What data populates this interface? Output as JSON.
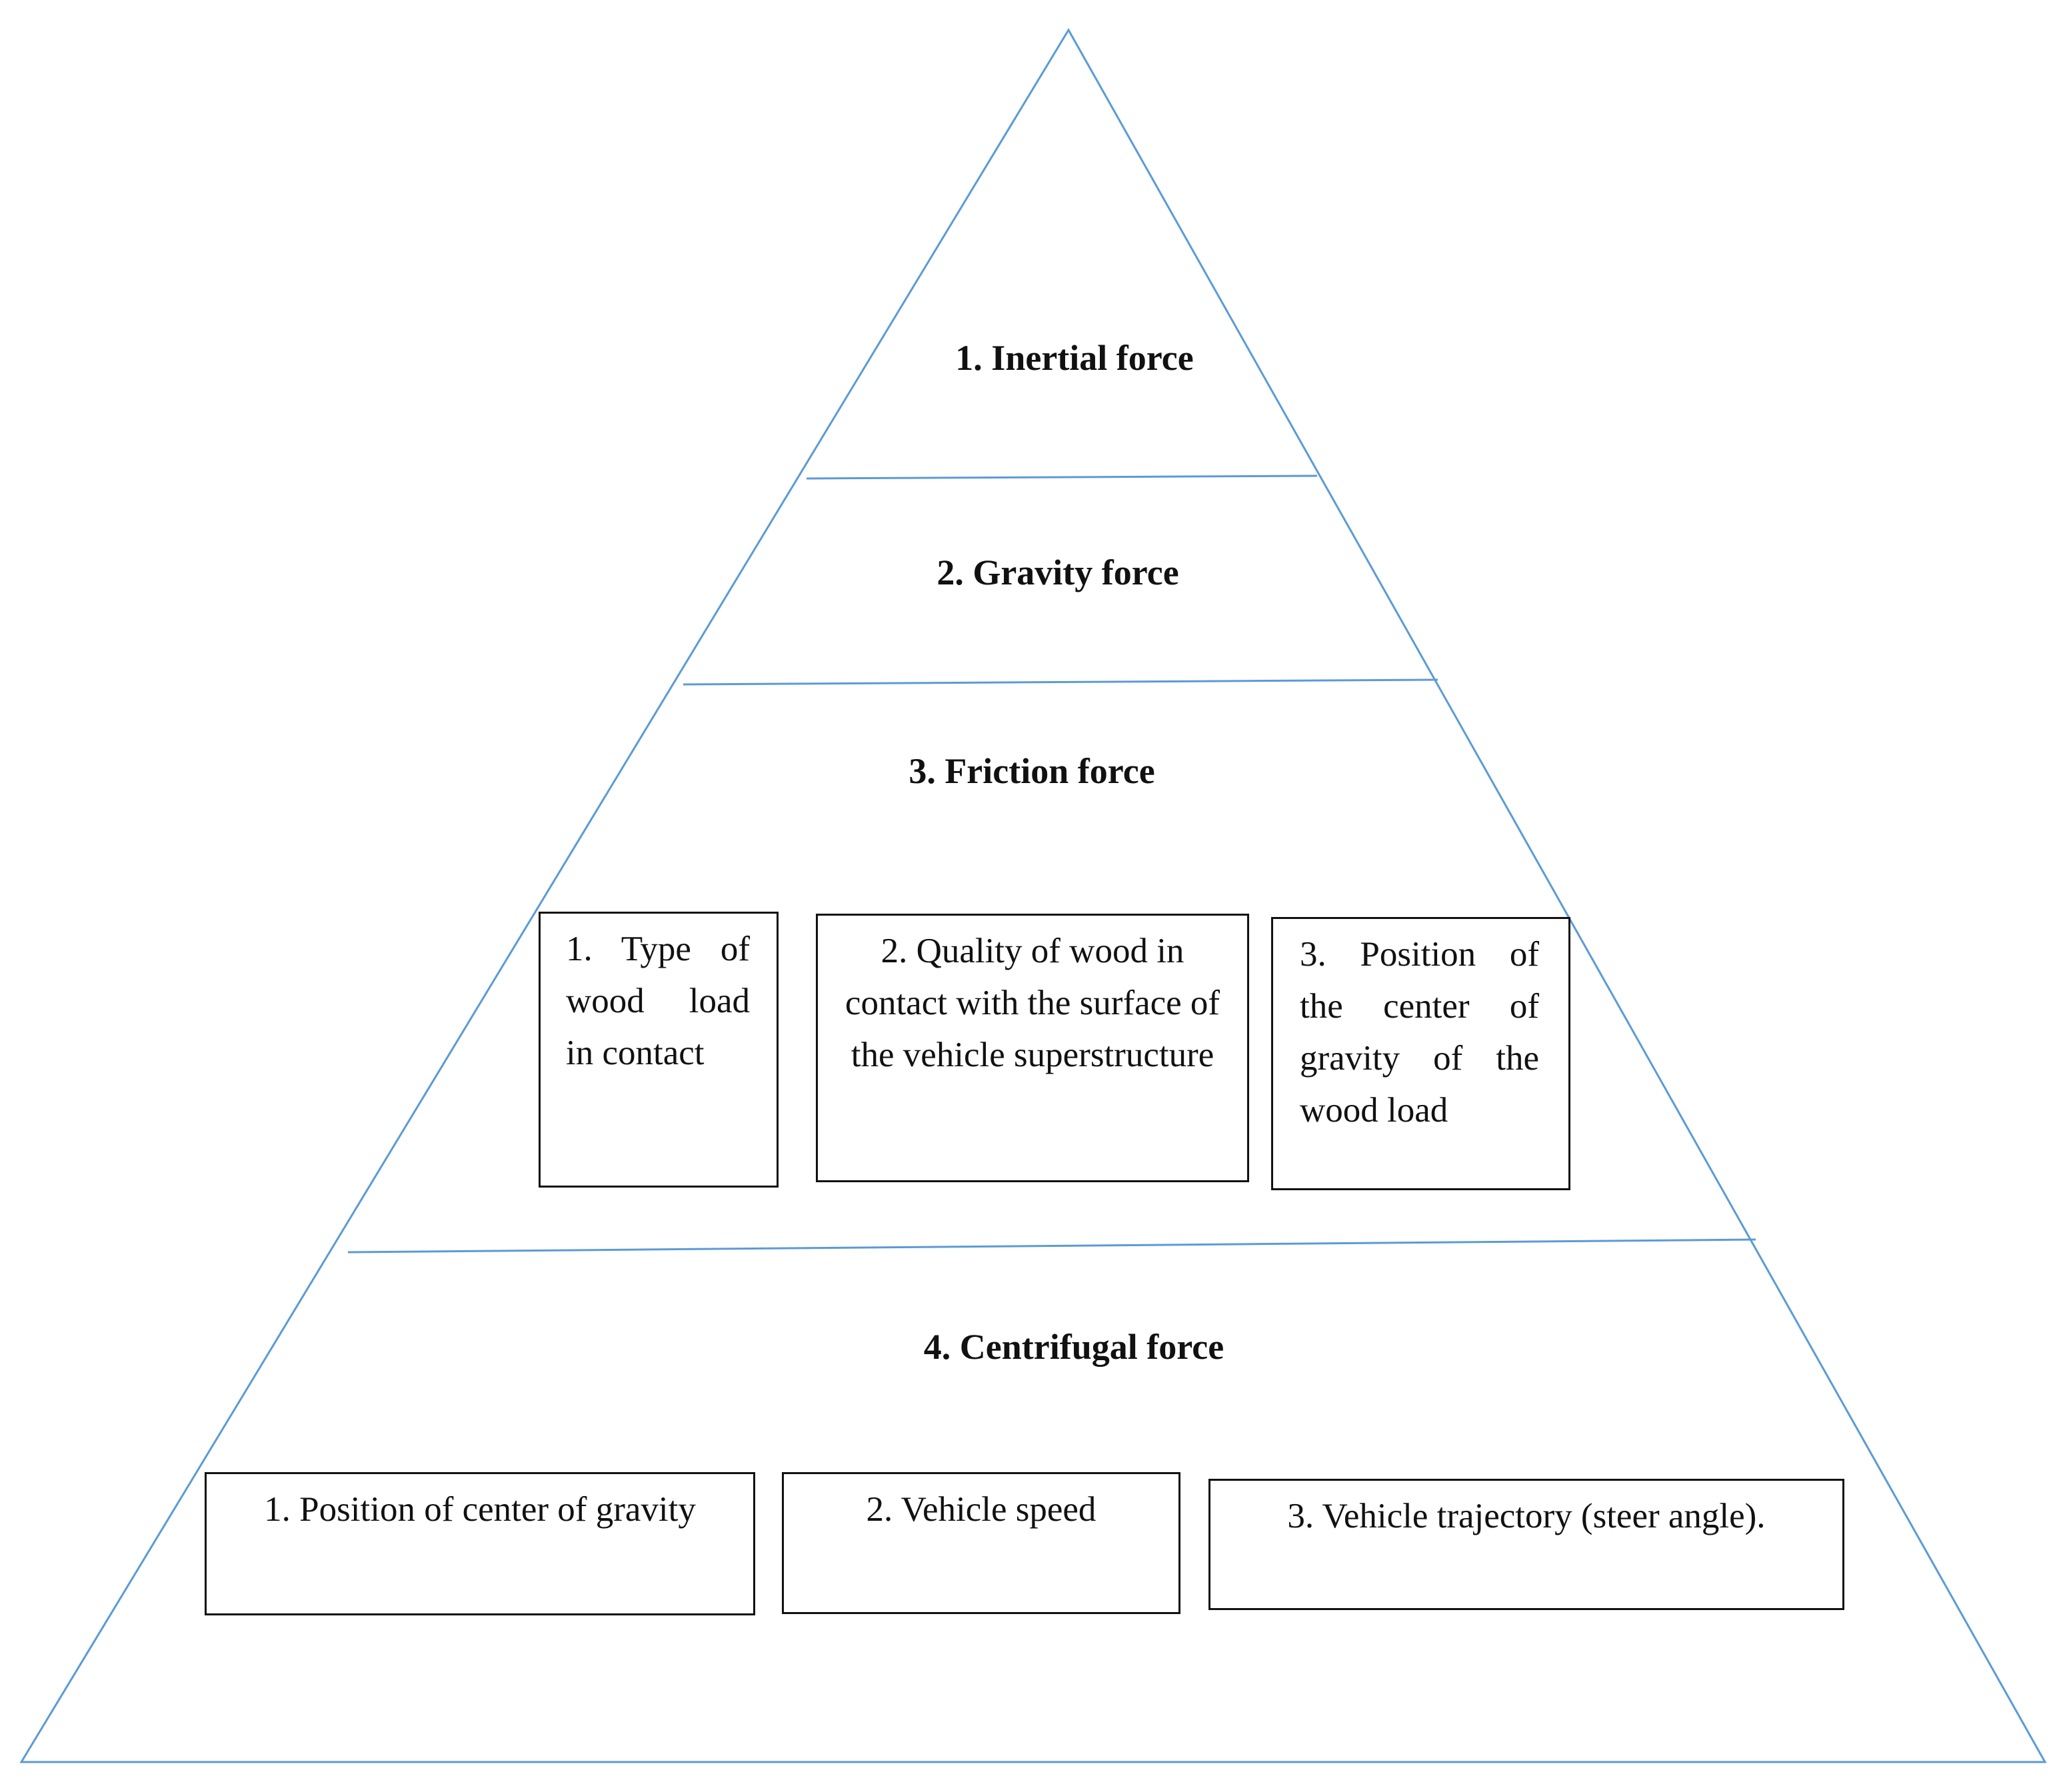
{
  "pyramid": {
    "line_color": "#5b9bd5",
    "levels": [
      {
        "title": "1. Inertial force",
        "factors": []
      },
      {
        "title": "2. Gravity force",
        "factors": []
      },
      {
        "title": "3. Friction force",
        "factors": [
          {
            "text": "1. Type of wood load in contact"
          },
          {
            "text": "2. Quality of wood in contact with the surface of the vehicle superstructure"
          },
          {
            "text": "3. Position of the center of gravity of the wood load"
          }
        ]
      },
      {
        "title": "4. Centrifugal force",
        "factors": [
          {
            "text": "1. Position of center of gravity"
          },
          {
            "text": "2. Vehicle speed"
          },
          {
            "text": "3. Vehicle trajectory (steer angle)."
          }
        ]
      }
    ]
  }
}
